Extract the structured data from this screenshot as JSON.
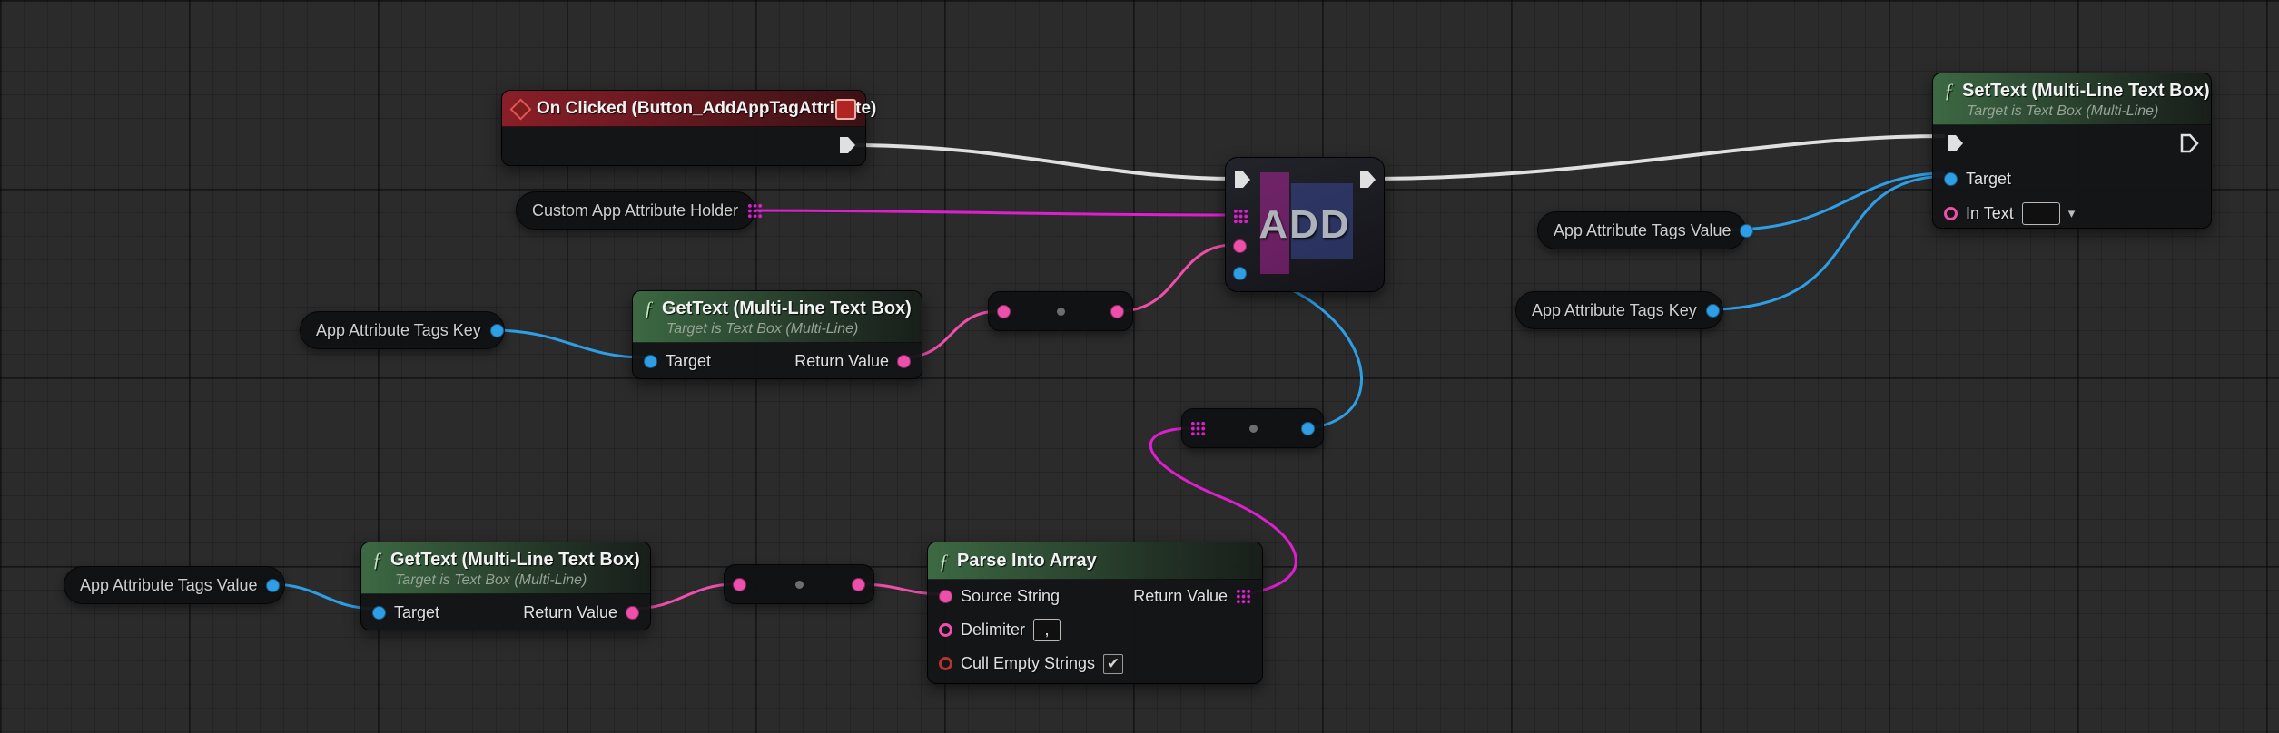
{
  "icons": {
    "function": "ƒ",
    "caret_down": "▾",
    "check": "✔"
  },
  "colors": {
    "exec": "#e0e0e0",
    "pink_text": "#ed4fab",
    "magenta_string": "#dd1fd0",
    "blue_object": "#2e9fe6",
    "red_bool": "#b5342f",
    "event_header": "#8a1e28",
    "function_header": "#3f6e46"
  },
  "nodes": {
    "on_clicked": {
      "title": "On Clicked (Button_AddAppTagAttribute)"
    },
    "custom_holder": {
      "label": "Custom App Attribute Holder"
    },
    "tags_key_top": {
      "label": "App Attribute Tags Key"
    },
    "gettext_top": {
      "title": "GetText (Multi-Line Text Box)",
      "subtitle": "Target is Text Box (Multi-Line)",
      "target_label": "Target",
      "return_label": "Return Value"
    },
    "add": {
      "label": "ADD"
    },
    "tags_value_right": {
      "label": "App Attribute Tags Value"
    },
    "tags_key_right": {
      "label": "App Attribute Tags Key"
    },
    "settext": {
      "title": "SetText (Multi-Line Text Box)",
      "subtitle": "Target is Text Box (Multi-Line)",
      "target_label": "Target",
      "in_text_label": "In Text",
      "in_text_value": ""
    },
    "tags_value_bottom": {
      "label": "App Attribute Tags Value"
    },
    "gettext_bottom": {
      "title": "GetText (Multi-Line Text Box)",
      "subtitle": "Target is Text Box (Multi-Line)",
      "target_label": "Target",
      "return_label": "Return Value"
    },
    "parse": {
      "title": "Parse Into Array",
      "source_label": "Source String",
      "return_label": "Return Value",
      "delimiter_label": "Delimiter",
      "delimiter_value": ",",
      "cull_label": "Cull Empty Strings",
      "cull_checked": true
    }
  }
}
